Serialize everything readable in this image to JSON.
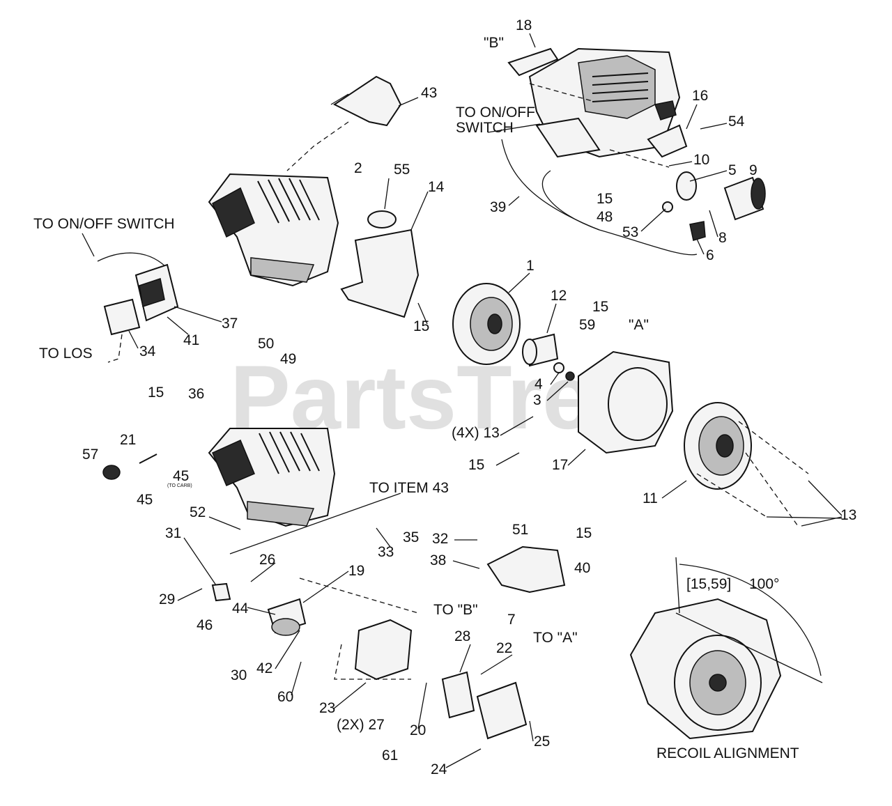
{
  "watermark": "PartsTree",
  "labels": {
    "p1": "1",
    "p2": "2",
    "p3": "3",
    "p4": "4",
    "p5": "5",
    "p6": "6",
    "p7": "7",
    "p8": "8",
    "p9": "9",
    "p10": "10",
    "p11": "11",
    "p12": "12",
    "p13_4x": "(4X) 13",
    "p13": "13",
    "p14": "14",
    "p15_a": "15",
    "p15_b": "15",
    "p15_c": "15",
    "p15_d": "15",
    "p15_e": "15",
    "p15_f": "15",
    "p16": "16",
    "p17": "17",
    "p18": "18",
    "p19": "19",
    "p20": "20",
    "p21": "21",
    "p22": "22",
    "p23": "23",
    "p24": "24",
    "p25": "25",
    "p26": "26",
    "p27_2x": "(2X) 27",
    "p28": "28",
    "p29": "29",
    "p30": "30",
    "p31": "31",
    "p32": "32",
    "p33": "33",
    "p34": "34",
    "p35": "35",
    "p36": "36",
    "p37": "37",
    "p38": "38",
    "p39": "39",
    "p40": "40",
    "p41": "41",
    "p42": "42",
    "p43": "43",
    "p44": "44",
    "p45_a": "45",
    "p45_b": "45",
    "p45_note": "(TO CARB)",
    "p46": "46",
    "p48": "48",
    "p49": "49",
    "p50": "50",
    "p51": "51",
    "p52": "52",
    "p53": "53",
    "p54": "54",
    "p55": "55",
    "p57": "57",
    "p59": "59",
    "p60": "60",
    "p61": "61",
    "ref_b_top": "\"B\"",
    "ref_a_top": "\"A\"",
    "to_onoff_1": "TO ON/OFF",
    "to_onoff_2": "SWITCH",
    "to_onoff_left": "TO ON/OFF SWITCH",
    "to_los": "TO LOS",
    "to_item43": "TO ITEM 43",
    "to_b": "TO \"B\"",
    "to_a": "TO \"A\"",
    "bracket_ref": "[15,59]",
    "angle": "100°",
    "recoil_title": "RECOIL ALIGNMENT"
  }
}
